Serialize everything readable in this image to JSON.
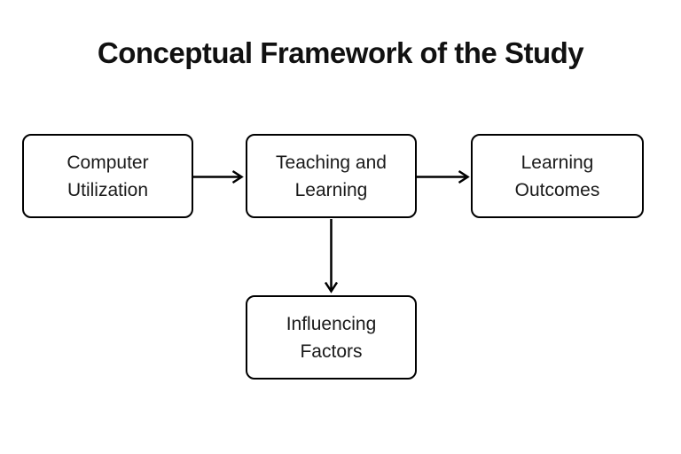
{
  "title": "Conceptual Framework of the Study",
  "colors": {
    "background": "#ffffff",
    "line": "#000000",
    "text": "#1a1a1a",
    "node_fill": "#ffffff"
  },
  "nodes": [
    {
      "id": "computer-utilization",
      "label": "Computer\nUtilization"
    },
    {
      "id": "teaching-learning",
      "label": "Teaching and\nLearning"
    },
    {
      "id": "learning-outcomes",
      "label": "Learning\nOutcomes"
    },
    {
      "id": "influencing-factors",
      "label": "Influencing\nFactors"
    }
  ],
  "edges": [
    {
      "from": "Computer Utilization",
      "to": "Teaching and Learning",
      "direction": "right"
    },
    {
      "from": "Teaching and Learning",
      "to": "Learning Outcomes",
      "direction": "right"
    },
    {
      "from": "Teaching and Learning",
      "to": "Influencing Factors",
      "direction": "down"
    }
  ]
}
